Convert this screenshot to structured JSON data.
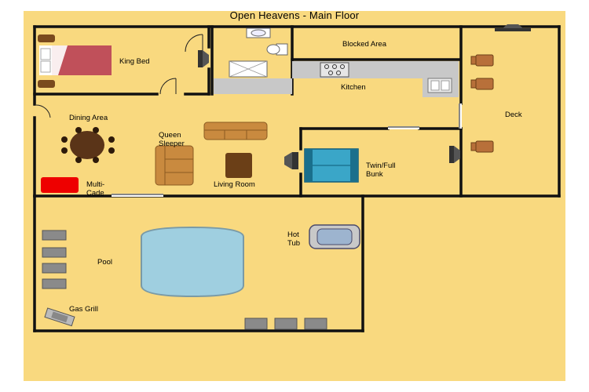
{
  "title": "Open Heavens - Main Floor",
  "rooms": {
    "king_bed": "King Bed",
    "blocked_area": "Blocked Area",
    "kitchen": "Kitchen",
    "deck": "Deck",
    "dining_area": "Dining Area",
    "queen_sleeper": "Queen Sleeper",
    "living_room": "Living Room",
    "multi_cade": "Multi-Cade",
    "twin_full_bunk": "Twin/Full Bunk",
    "hot_tub": "Hot Tub",
    "pool": "Pool",
    "gas_grill": "Gas Grill"
  },
  "colors": {
    "floor": "#f9d97f",
    "wall": "#111111",
    "furniture_brown": "#c98a3f",
    "bed_red": "#c0505a",
    "pool_blue": "#9fcfe0",
    "bunk_blue": "#3aa6c8",
    "multicade_red": "#ee0000",
    "counter_gray": "#c8c8c8"
  }
}
